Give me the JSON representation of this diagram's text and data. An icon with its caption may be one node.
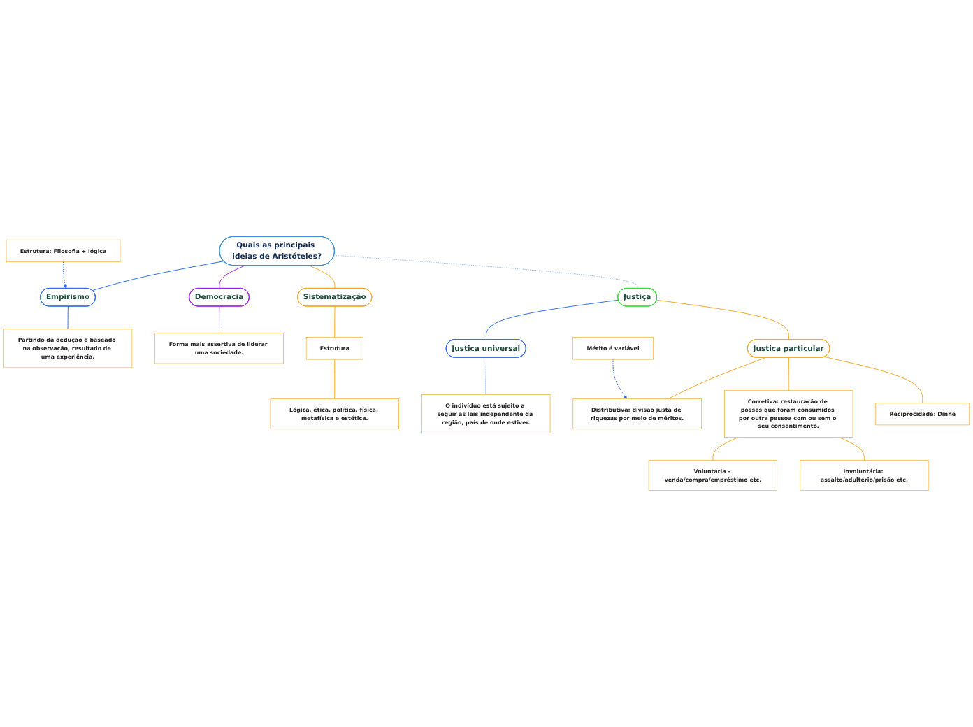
{
  "diagram": {
    "nodes": [
      {
        "text": [
          "Quais as principais ideias de Aristóteles?"
        ]
      },
      {
        "text": [
          "Estrutura: Filosofia + lógica"
        ]
      },
      {
        "text": [
          "Empirismo"
        ]
      },
      {
        "text": [
          "Democracia"
        ]
      },
      {
        "text": [
          "Sistematização"
        ]
      },
      {
        "text": [
          "Partindo da dedução e baseado na observação, resultado de uma experiência."
        ]
      },
      {
        "text": [
          "Forma mais assertiva de liderar uma sociedade."
        ]
      },
      {
        "text": [
          "Estrutura"
        ]
      },
      {
        "text": [
          "Lógica, ética, política, física, metafísica e estética."
        ]
      },
      {
        "text": [
          "Justiça"
        ]
      },
      {
        "text": [
          "Justiça universal"
        ]
      },
      {
        "text": [
          "Justiça particular"
        ]
      },
      {
        "text": [
          "O indivíduo está sujeito a seguir as leis independente da região, país de onde estiver."
        ]
      },
      {
        "text": [
          "Distributiva: divisão justa de riquezas por meio de méritos."
        ]
      },
      {
        "text": [
          "Corretiva: restauração de posses que foram consumidos por outra pessoa com ou sem o seu consentimento."
        ]
      },
      {
        "text": [
          "Reciprocidade: Dinhe"
        ]
      },
      {
        "text": [
          "Mérito é variável"
        ]
      },
      {
        "text": [
          "Voluntária - venda/compra/empréstimo etc."
        ]
      },
      {
        "text": [
          "Involuntária: assalto/adultério/prisão etc."
        ]
      }
    ],
    "edges": [
      {
        "from": 0,
        "to": 2,
        "arrow": "none",
        "color": "#2f6cf0"
      },
      {
        "from": 0,
        "to": 3,
        "arrow": "none",
        "color": "#a020f0"
      },
      {
        "from": 0,
        "to": 4,
        "arrow": "none"
      },
      {
        "from": 1,
        "to": 2,
        "arrow": "to",
        "style": "dashed",
        "color": "#2f6cf0"
      },
      {
        "from": 2,
        "to": 5,
        "arrow": "none",
        "color": "#2f6cf0"
      },
      {
        "from": 3,
        "to": 6,
        "arrow": "none",
        "color": "#a020f0"
      },
      {
        "from": 4,
        "to": 7,
        "arrow": "none"
      },
      {
        "from": 7,
        "to": 8,
        "arrow": "none"
      },
      {
        "from": 0,
        "to": 9,
        "arrow": "none",
        "style": "dashed",
        "color": "#8fbfee"
      },
      {
        "from": 9,
        "to": 10,
        "arrow": "none",
        "color": "#2f6cf0"
      },
      {
        "from": 9,
        "to": 11,
        "arrow": "none"
      },
      {
        "from": 10,
        "to": 12,
        "arrow": "none",
        "color": "#2f6cf0"
      },
      {
        "from": 11,
        "to": 13,
        "arrow": "none"
      },
      {
        "from": 11,
        "to": 14,
        "arrow": "none"
      },
      {
        "from": 11,
        "to": 15,
        "arrow": "none"
      },
      {
        "from": 16,
        "to": 13,
        "arrow": "to",
        "style": "dashed",
        "color": "#2f6cf0"
      },
      {
        "from": 14,
        "to": 17,
        "arrow": "none"
      },
      {
        "from": 14,
        "to": 18,
        "arrow": "none"
      }
    ]
  }
}
